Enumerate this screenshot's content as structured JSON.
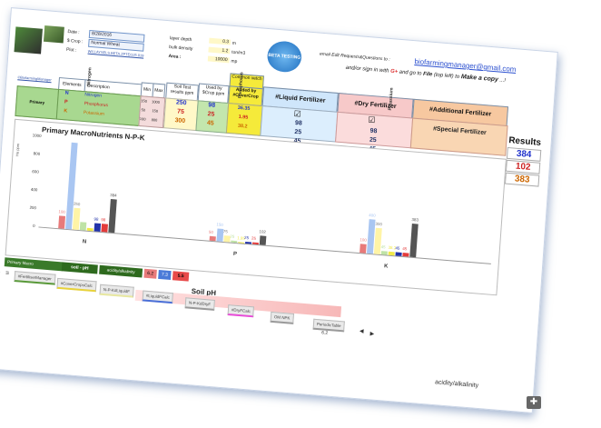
{
  "header": {
    "date_label": "Date :",
    "date_value": "8/28/2016",
    "crop_label": "$ Crop :",
    "crop_value": "Normal Wheat",
    "plot_label": "Plot :",
    "plot_value": "WILLAYSELS.BETA.ZPTEO25.019",
    "layer_depth_label": "layer depth",
    "layer_depth_value": "0.3",
    "layer_depth_unit": "m",
    "bulk_density_label": "bulk density",
    "bulk_density_value": "1.2",
    "bulk_density_unit": "ton/m3",
    "area_label": "Area :",
    "area_value": "10000",
    "area_unit": "mp",
    "badge_text": "BETA TESTING",
    "email_prefix": "email Edit Requests&Questions to :",
    "email": "biofarmingmanager@gmail.com",
    "signin_line_a": "and/or sign in with",
    "signin_g": "G+",
    "signin_line_b": "and go to",
    "signin_file": "File",
    "signin_line_c": "(top left) to",
    "signin_copy": "Make a copy",
    "signin_end": "...!"
  },
  "table": {
    "link_label": "©BiofarmingManager",
    "col_elements": "Elements",
    "col_description": "Description",
    "col_min": "Min",
    "col_max": "Max",
    "col_soil_test": "Soil Test results ppm",
    "col_used_by": "Used by $Crop ppm",
    "col_common_vetch": "Common vetch",
    "col_added_by": "Added by #CoverCrop",
    "col_liquid": "#Liquid Fertilizer",
    "col_dry": "#Dry Fertilizer",
    "col_additional": "#Additional Fertilizer",
    "col_special": "#Special Fertilizer",
    "col_results": "Results",
    "row_group_label": "Primary MacroNutrients",
    "rows": [
      {
        "el": "N",
        "desc": "Nitrogen",
        "min": "150",
        "max": "1000",
        "soil": "250",
        "used": "98",
        "added": "36.35",
        "liquid": "98",
        "dry": "98",
        "result": "384"
      },
      {
        "el": "P",
        "desc": "Phosphorus",
        "min": "50",
        "max": "150",
        "soil": "75",
        "used": "25",
        "added": "1.95",
        "liquid": "25",
        "dry": "25",
        "result": "102"
      },
      {
        "el": "K",
        "desc": "Potassium",
        "min": "100",
        "max": "800",
        "soil": "300",
        "used": "45",
        "added": "38.2",
        "liquid": "45",
        "dry": "45",
        "result": "383"
      }
    ],
    "checkbox_glyph": "☑"
  },
  "chart_data": {
    "type": "bar",
    "title": "Primary MacroNutrients N-P-K",
    "ylabel": "Ha ppm",
    "y_ticks": [
      "1000",
      "800",
      "600",
      "400",
      "200",
      "0"
    ],
    "ylim": [
      0,
      1000
    ],
    "categories": [
      "N",
      "P",
      "K"
    ],
    "group_labels": [
      "Nitrogen",
      "Phosphorus",
      "Potassium"
    ],
    "series": [
      {
        "values": [
          150,
          50,
          100
        ],
        "color": "#e87a7a"
      },
      {
        "values": [
          1000,
          150,
          400
        ],
        "color": "#a9c6f2"
      },
      {
        "values": [
          250,
          75,
          300
        ],
        "color": "#fff4a6"
      },
      {
        "values": [
          98,
          25,
          45
        ],
        "color": "#bfe3a6"
      },
      {
        "values": [
          36.35,
          1.95,
          38.2
        ],
        "color": "#f1e94a"
      },
      {
        "values": [
          98,
          25,
          45
        ],
        "color": "#2233aa"
      },
      {
        "values": [
          98,
          25,
          45
        ],
        "color": "#e33b3b"
      },
      {
        "values": [
          384,
          102,
          383
        ],
        "color": "#555555"
      }
    ],
    "data_labels": [
      [
        "100",
        "",
        "250",
        "",
        "",
        "98",
        "98",
        "384"
      ],
      [
        "50",
        "150",
        "75",
        "25",
        "1.95",
        "25",
        "25",
        "102"
      ],
      [
        "100",
        "400",
        "300",
        "45",
        "38.2",
        "45",
        "45",
        "383"
      ]
    ]
  },
  "lower": {
    "green_band_label": "Primary Macro",
    "soil_ph_label": "soil - pH",
    "acidity_label": "acidity/alkalinity",
    "ph_values": [
      "6.2",
      "7.3",
      "5.5"
    ],
    "soil_ph_title": "Soil pH",
    "ph_right_value": "6.2",
    "acidity_bottom": "acidity/alkalinity"
  },
  "tabs": {
    "add_glyph": "+",
    "menu_glyph": "≡",
    "items": [
      "#FertiliserManager",
      "#CoverCropsCalc",
      "N-P-KdLiquidF",
      "#LiquidFCalc",
      "N-P-KdDryF",
      "#DryFCalc",
      "OM NPK",
      "PeriodicTable"
    ],
    "colors": [
      "#5a9a3a",
      "#e8d23a",
      "#e8e8a0",
      "#4a6fd8",
      "#9a9a9a",
      "#e84ad8",
      "#9a9a9a",
      "#9a9a9a"
    ],
    "nav_left": "◀",
    "nav_right": "▶"
  },
  "bottom_button_glyph": "✚"
}
